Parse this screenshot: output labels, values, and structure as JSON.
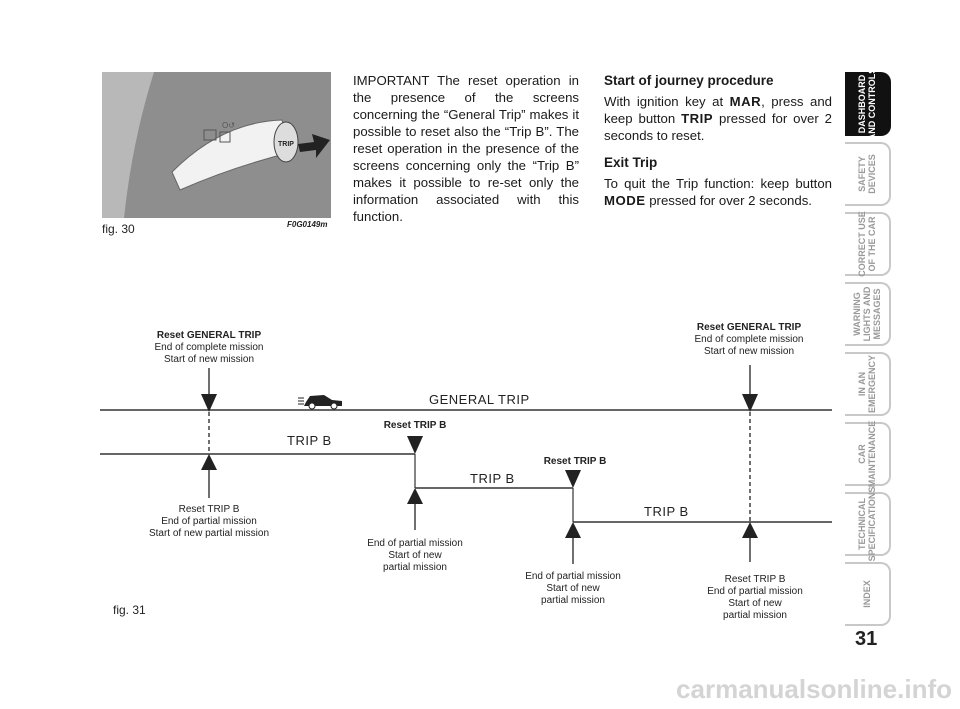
{
  "fig30": {
    "label": "fig. 30",
    "code": "F0G0149m",
    "button_text": "TRIP"
  },
  "middle_column": {
    "paragraph": "IMPORTANT The reset operation in the presence of the screens concerning the “General Trip” makes it possible to reset also the “Trip B”. The reset operation in the presence of the screens concerning only the “Trip B” makes it possible to re-set only the information associated with this function."
  },
  "right_column": {
    "start_heading": "Start of journey procedure",
    "start_text_1": "With ignition key at ",
    "start_key": "MAR",
    "start_text_2": ", press and keep button ",
    "start_button": "TRIP",
    "start_text_3": " pressed for over 2 seconds to reset.",
    "exit_heading": "Exit Trip",
    "exit_text_1": "To quit the Trip function: keep button ",
    "exit_button": "MODE",
    "exit_text_2": " pressed for over 2 seconds."
  },
  "sidebar": {
    "tabs": [
      {
        "line1": "DASHBOARD",
        "line2": "AND CONTROLS",
        "active": true
      },
      {
        "line1": "SAFETY",
        "line2": "DEVICES",
        "active": false
      },
      {
        "line1": "CORRECT USE",
        "line2": "OF THE CAR",
        "active": false
      },
      {
        "line1": "WARNING",
        "line2": "LIGHTS AND",
        "line3": "MESSAGES",
        "active": false
      },
      {
        "line1": "IN AN",
        "line2": "EMERGENCY",
        "active": false
      },
      {
        "line1": "CAR",
        "line2": "MAINTENANCE",
        "active": false
      },
      {
        "line1": "TECHNICAL",
        "line2": "SPECIFICATIONS",
        "active": false
      },
      {
        "line1": "INDEX",
        "active": false
      }
    ],
    "page_number": "31"
  },
  "diagram": {
    "fig_label": "fig. 31",
    "general_trip": "GENERAL TRIP",
    "trip_b": "TRIP B",
    "reset_general_1": {
      "title": "Reset GENERAL TRIP",
      "l1": "End of complete mission",
      "l2": "Start of new mission"
    },
    "reset_general_2": {
      "title": "Reset GENERAL TRIP",
      "l1": "End of complete mission",
      "l2": "Start of new mission"
    },
    "reset_trip_b_top_1": "Reset TRIP B",
    "reset_trip_b_top_2": "Reset TRIP B",
    "bottom_1": {
      "l1": "Reset TRIP B",
      "l2": "End of partial mission",
      "l3": "Start of new partial mission"
    },
    "bottom_2": {
      "l1": "End of partial mission",
      "l2": "Start of new",
      "l3": "partial mission"
    },
    "bottom_3": {
      "l1": "End of partial mission",
      "l2": "Start of new",
      "l3": "partial mission"
    },
    "bottom_4": {
      "l1": "Reset TRIP B",
      "l2": "End of partial mission",
      "l3": "Start of new",
      "l4": "partial mission"
    }
  },
  "footer": {
    "url": "carmanualsonline.info"
  }
}
